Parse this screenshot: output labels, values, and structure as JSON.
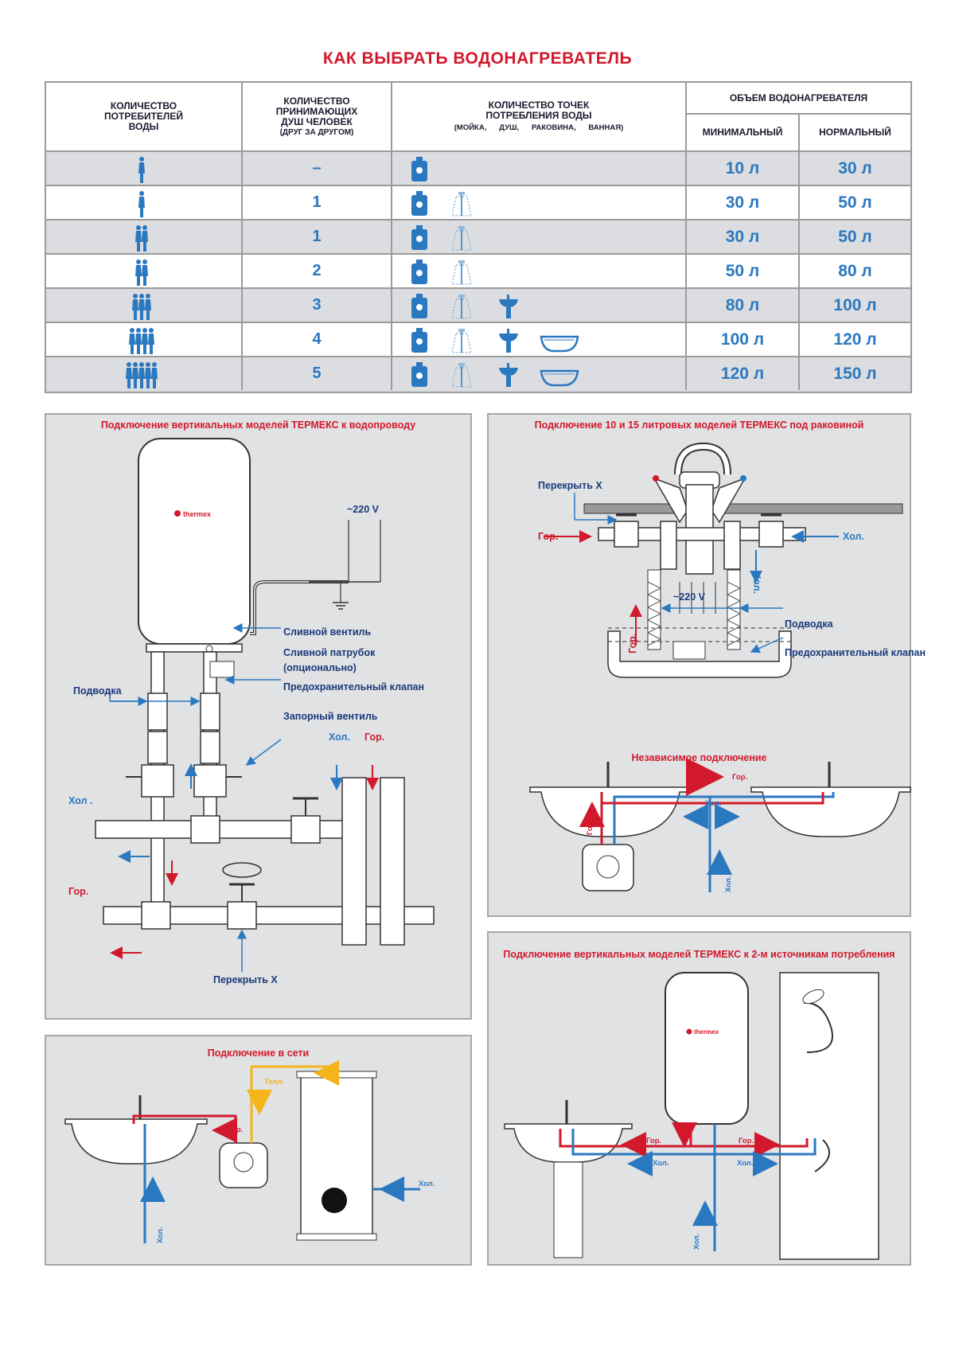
{
  "title": "КАК ВЫБРАТЬ ВОДОНАГРЕВАТЕЛЬ",
  "table": {
    "col_consumers": "КОЛИЧЕСТВО ПОТРЕБИТЕЛЕЙ ВОДЫ",
    "col_showers_line1": "КОЛИЧЕСТВО ПРИНИМАЮЩИХ ДУШ ЧЕЛОВЕК",
    "col_showers_line2": "(ДРУГ ЗА ДРУГОМ)",
    "col_points": "КОЛИЧЕСТВО ТОЧЕК ПОТРЕБЛЕНИЯ ВОДЫ",
    "col_points_sub": "(МОЙКА,      ДУШ,      РАКОВИНА,      ВАННАЯ)",
    "col_volume": "ОБЪЕМ ВОДОНАГРЕВАТЕЛЯ",
    "col_min": "МИНИМАЛЬНЫЙ",
    "col_norm": "НОРМАЛЬНЫЙ",
    "rows": [
      {
        "people": 1,
        "showers": "–",
        "points": 1,
        "min": "10 л",
        "norm": "30 л"
      },
      {
        "people": 1,
        "showers": "1",
        "points": 2,
        "min": "30 л",
        "norm": "50 л"
      },
      {
        "people": 2,
        "showers": "1",
        "points": 2,
        "min": "30 л",
        "norm": "50 л"
      },
      {
        "people": 2,
        "showers": "2",
        "points": 2,
        "min": "50 л",
        "norm": "80 л"
      },
      {
        "people": 3,
        "showers": "3",
        "points": 3,
        "min": "80 л",
        "norm": "100 л"
      },
      {
        "people": 4,
        "showers": "4",
        "points": 4,
        "min": "100 л",
        "norm": "120 л"
      },
      {
        "people": 5,
        "showers": "5",
        "points": 4,
        "min": "120 л",
        "norm": "150 л"
      }
    ]
  },
  "panel1": {
    "title": "Подключение вертикальных моделей ТЕРМЕКС к водопроводу",
    "brand": "thermex",
    "voltage": "~220 V",
    "drain_valve": "Сливной вентиль",
    "drain_pipe": "Сливной патрубок",
    "drain_pipe_opt": "(опционально)",
    "safety_valve": "Предохранительный клапан",
    "supply": "Подводка",
    "stop_valve": "Запорный вентиль",
    "cold": "Хол.",
    "hot": "Гор.",
    "cold_left": "Хол .",
    "hot_left": "Гор.",
    "shut": "Перекрыть X"
  },
  "panel2": {
    "title": "Подключение 10 и 15 литровых моделей ТЕРМЕКС под раковиной",
    "shut": "Перекрыть X",
    "hot": "Гор.",
    "cold": "Хол.",
    "cold_v": "Хол.",
    "voltage": "~220 V",
    "supply": "Подводка",
    "safety_valve": "Предохранительный клапан",
    "hot_v": "Гор."
  },
  "panel3": {
    "title": "Независимое подключение",
    "hot": "Гор.",
    "cold": "Хол.",
    "hot_v": "Гор.",
    "cold_v": "Хол."
  },
  "panel4": {
    "title": "Подключение в сети",
    "heat": "Тепл.",
    "hot": "Гор.",
    "cold": "Хол.",
    "cold_v": "Хол."
  },
  "panel5": {
    "title": "Подключение вертикальных моделей ТЕРМЕКС к 2-м источникам потребления",
    "brand": "thermex",
    "hot_l": "Гор.",
    "hot_r": "Гор.",
    "cold_l": "Хол.",
    "cold_r": "Хол.",
    "cold_v": "Хол."
  },
  "colors": {
    "red": "#d2192b",
    "blue": "#2a78c0",
    "yellow": "#f4b41a",
    "panel": "#e1e2e4"
  }
}
